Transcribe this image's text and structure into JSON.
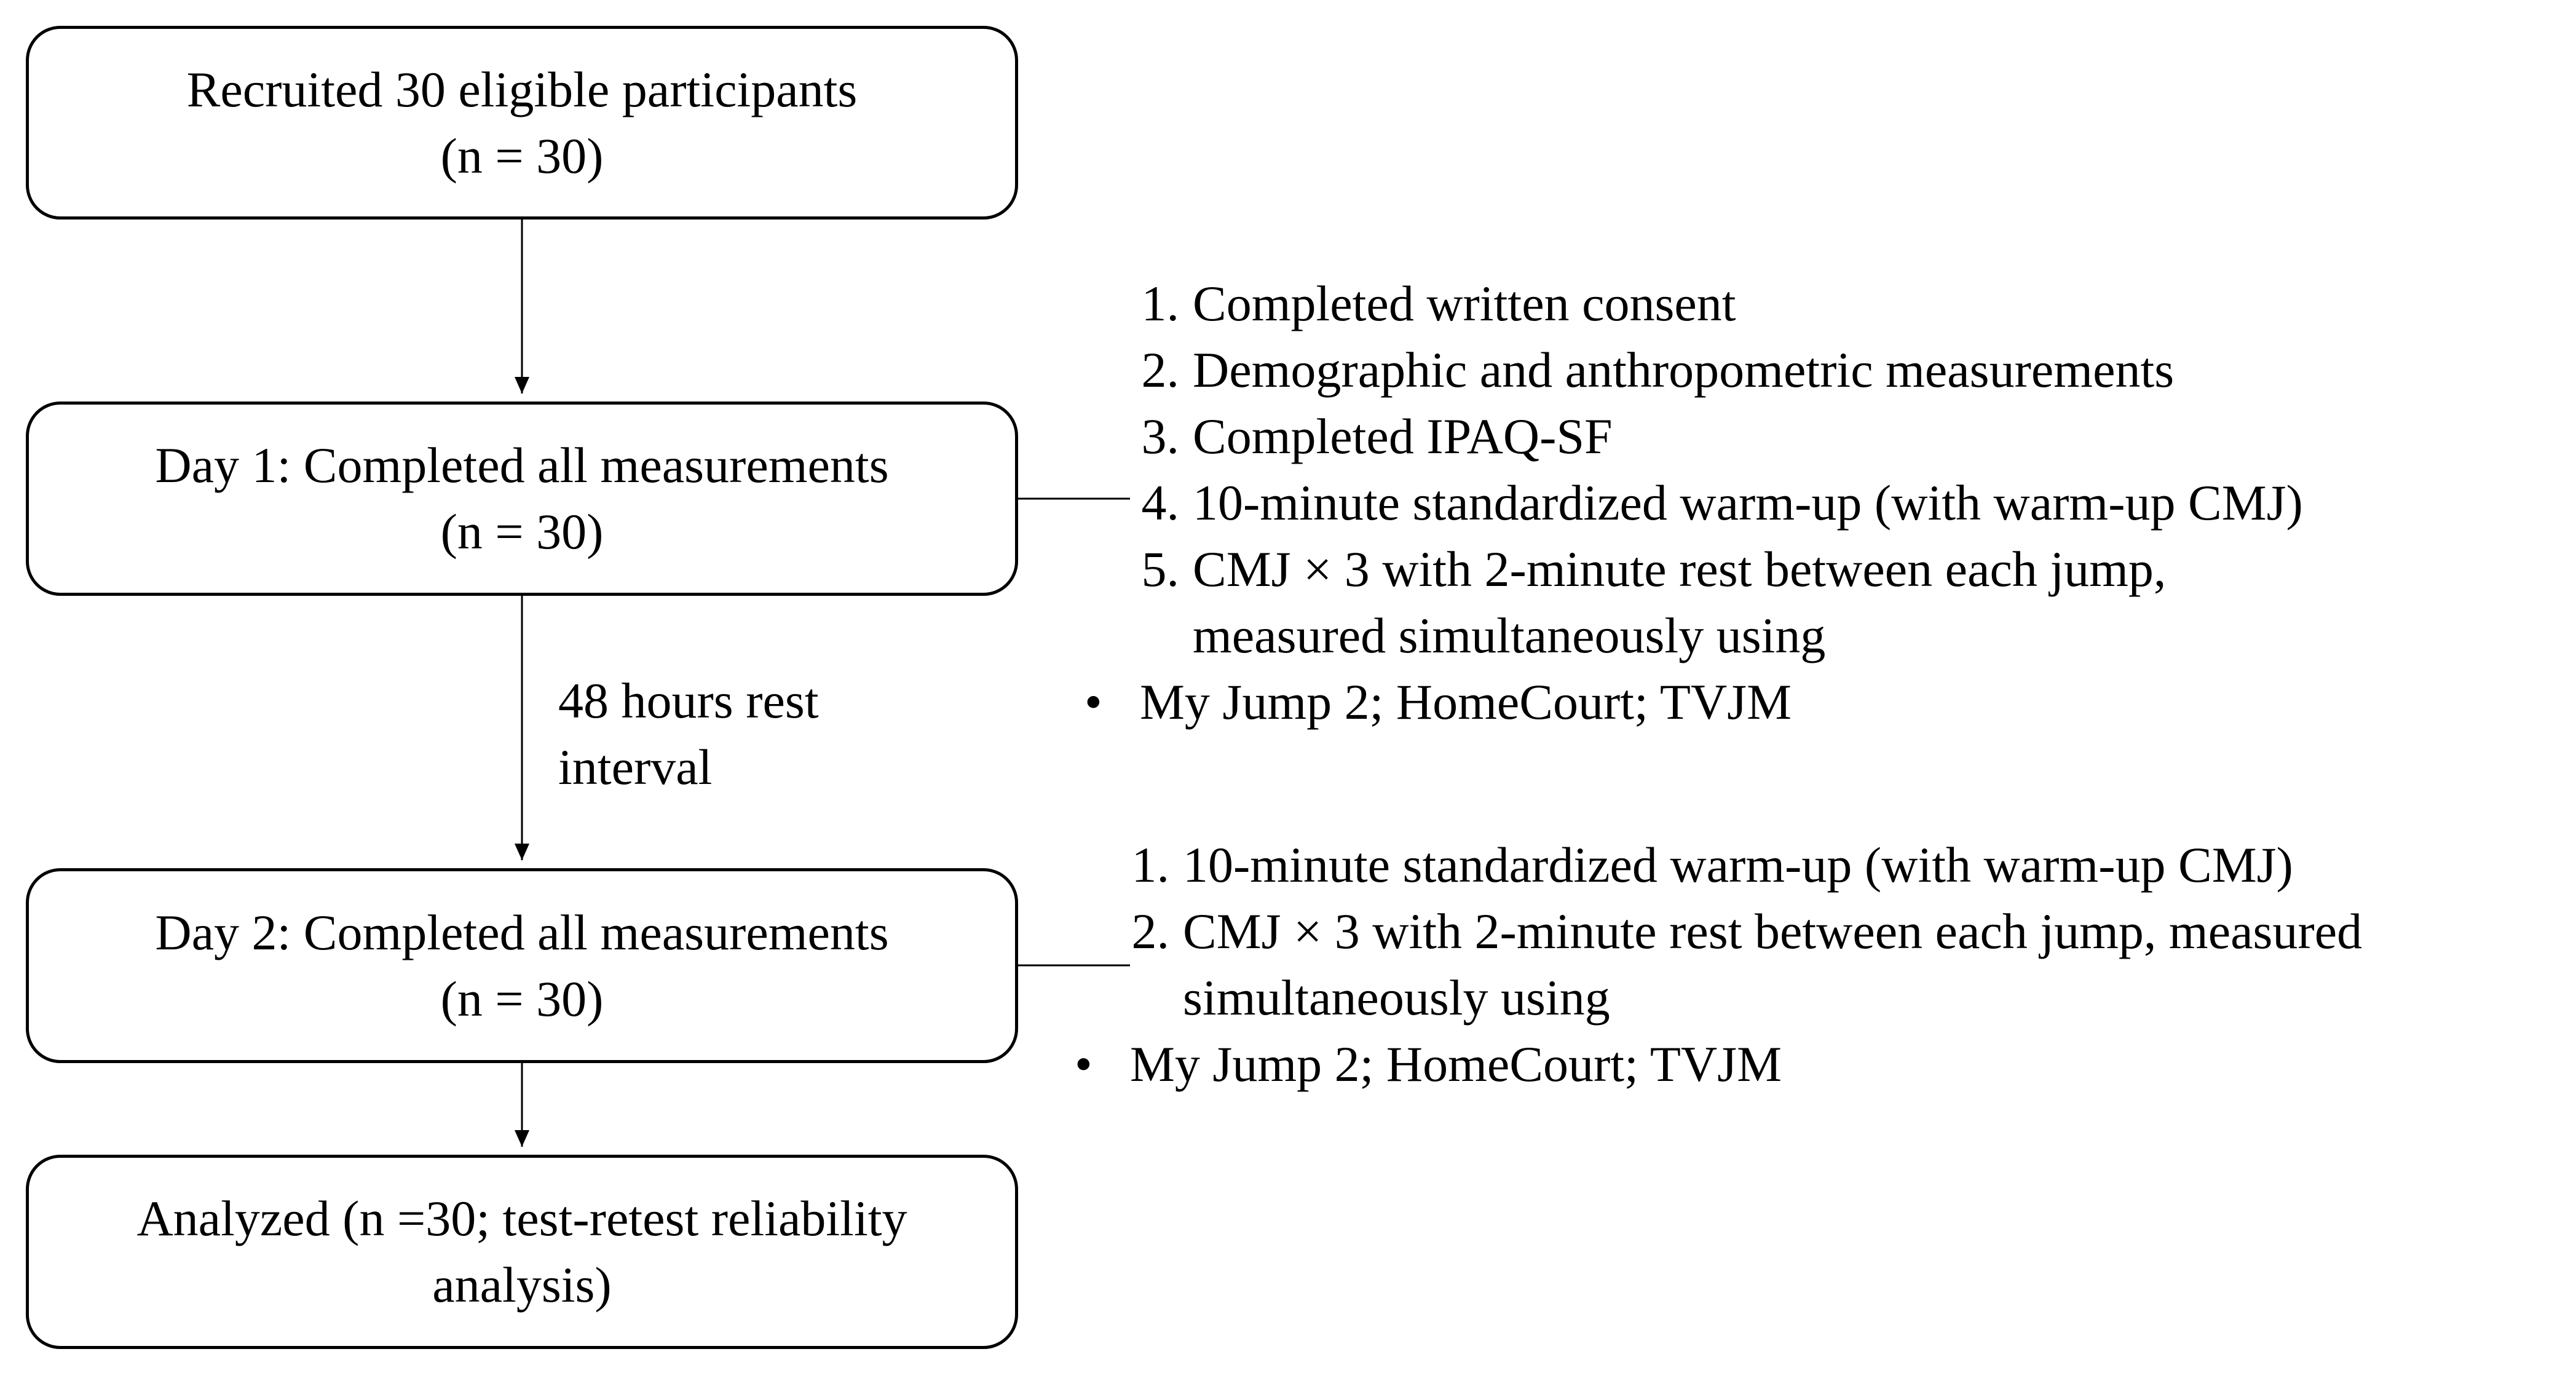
{
  "flow": {
    "recruited": {
      "line1": "Recruited 30 eligible participants",
      "line2": "(n = 30)"
    },
    "day1": {
      "line1": "Day 1: Completed all measurements",
      "line2": "(n = 30)"
    },
    "rest": {
      "line1": "48 hours rest",
      "line2": "interval"
    },
    "day2": {
      "line1": "Day 2: Completed all measurements",
      "line2": "(n = 30)"
    },
    "analyzed": {
      "line1": "Analyzed (n =30; test-retest reliability",
      "line2": "analysis)"
    }
  },
  "day1_steps": [
    {
      "num": "1.",
      "text": "Completed written consent"
    },
    {
      "num": "2.",
      "text": "Demographic and anthropometric measurements"
    },
    {
      "num": "3.",
      "text": "Completed IPAQ-SF"
    },
    {
      "num": "4.",
      "text": "10-minute standardized warm-up (with warm-up CMJ)"
    },
    {
      "num": "5.",
      "text": "CMJ × 3 with 2-minute rest between each jump,",
      "text2": "measured simultaneously using"
    }
  ],
  "day1_sub": {
    "bullet": "•",
    "text": "My Jump 2; HomeCourt; TVJM"
  },
  "day2_steps": [
    {
      "num": "1.",
      "text": "10-minute standardized warm-up (with warm-up CMJ)"
    },
    {
      "num": "2.",
      "text": "CMJ × 3 with 2-minute rest between each jump, measured",
      "text2": "simultaneously using"
    }
  ],
  "day2_sub": {
    "bullet": "•",
    "text": "My Jump 2; HomeCourt; TVJM"
  }
}
